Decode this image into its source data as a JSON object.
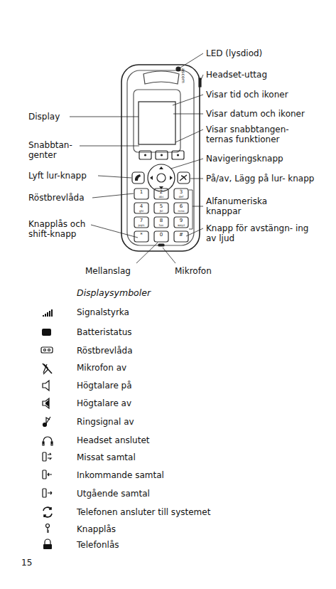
{
  "diagram": {
    "labels": [
      "LED (lysdiod)",
      "Headset-uttag",
      "Visar tid och ikoner",
      "Display",
      "Visar datum och ikoner",
      "Visar snabbtangen- ternas funktioner",
      "Snabbtan- genter",
      "Navigeringsknapp",
      "Lyft lur-knapp",
      "På/av, Lägg på lur- knapp",
      "Röstbrevlåda",
      "Alfanumeriska knappar",
      "Knapplås och shift-knapp",
      "Knapp för avstängn- ing av ljud",
      "Mellanslag",
      "Mikrofon",
      "Displaysymboler",
      "15",
      "ascom",
      "1",
      "2",
      "abc",
      "3",
      "def",
      "4",
      "ghi",
      "5",
      "jkl",
      "6",
      "mno",
      "7",
      "pqrs",
      "8",
      "tuv",
      "9",
      "wxyz",
      "*",
      "0",
      "#"
    ],
    "legend": [
      {
        "text": "Signalstyrka"
      },
      {
        "text": "Batteristatus"
      },
      {
        "text": "Röstbrevlåda"
      },
      {
        "text": "Mikrofon av"
      },
      {
        "text": "Högtalare på"
      },
      {
        "text": "Högtalare av"
      },
      {
        "text": "Ringsignal av"
      },
      {
        "text": "Headset anslutet"
      },
      {
        "text": "Missat samtal"
      },
      {
        "text": "Inkommande samtal"
      },
      {
        "text": "Utgående samtal"
      },
      {
        "text": "Telefonen ansluter till systemet"
      },
      {
        "text": "Knapplås"
      },
      {
        "text": "Telefonlås"
      }
    ]
  }
}
